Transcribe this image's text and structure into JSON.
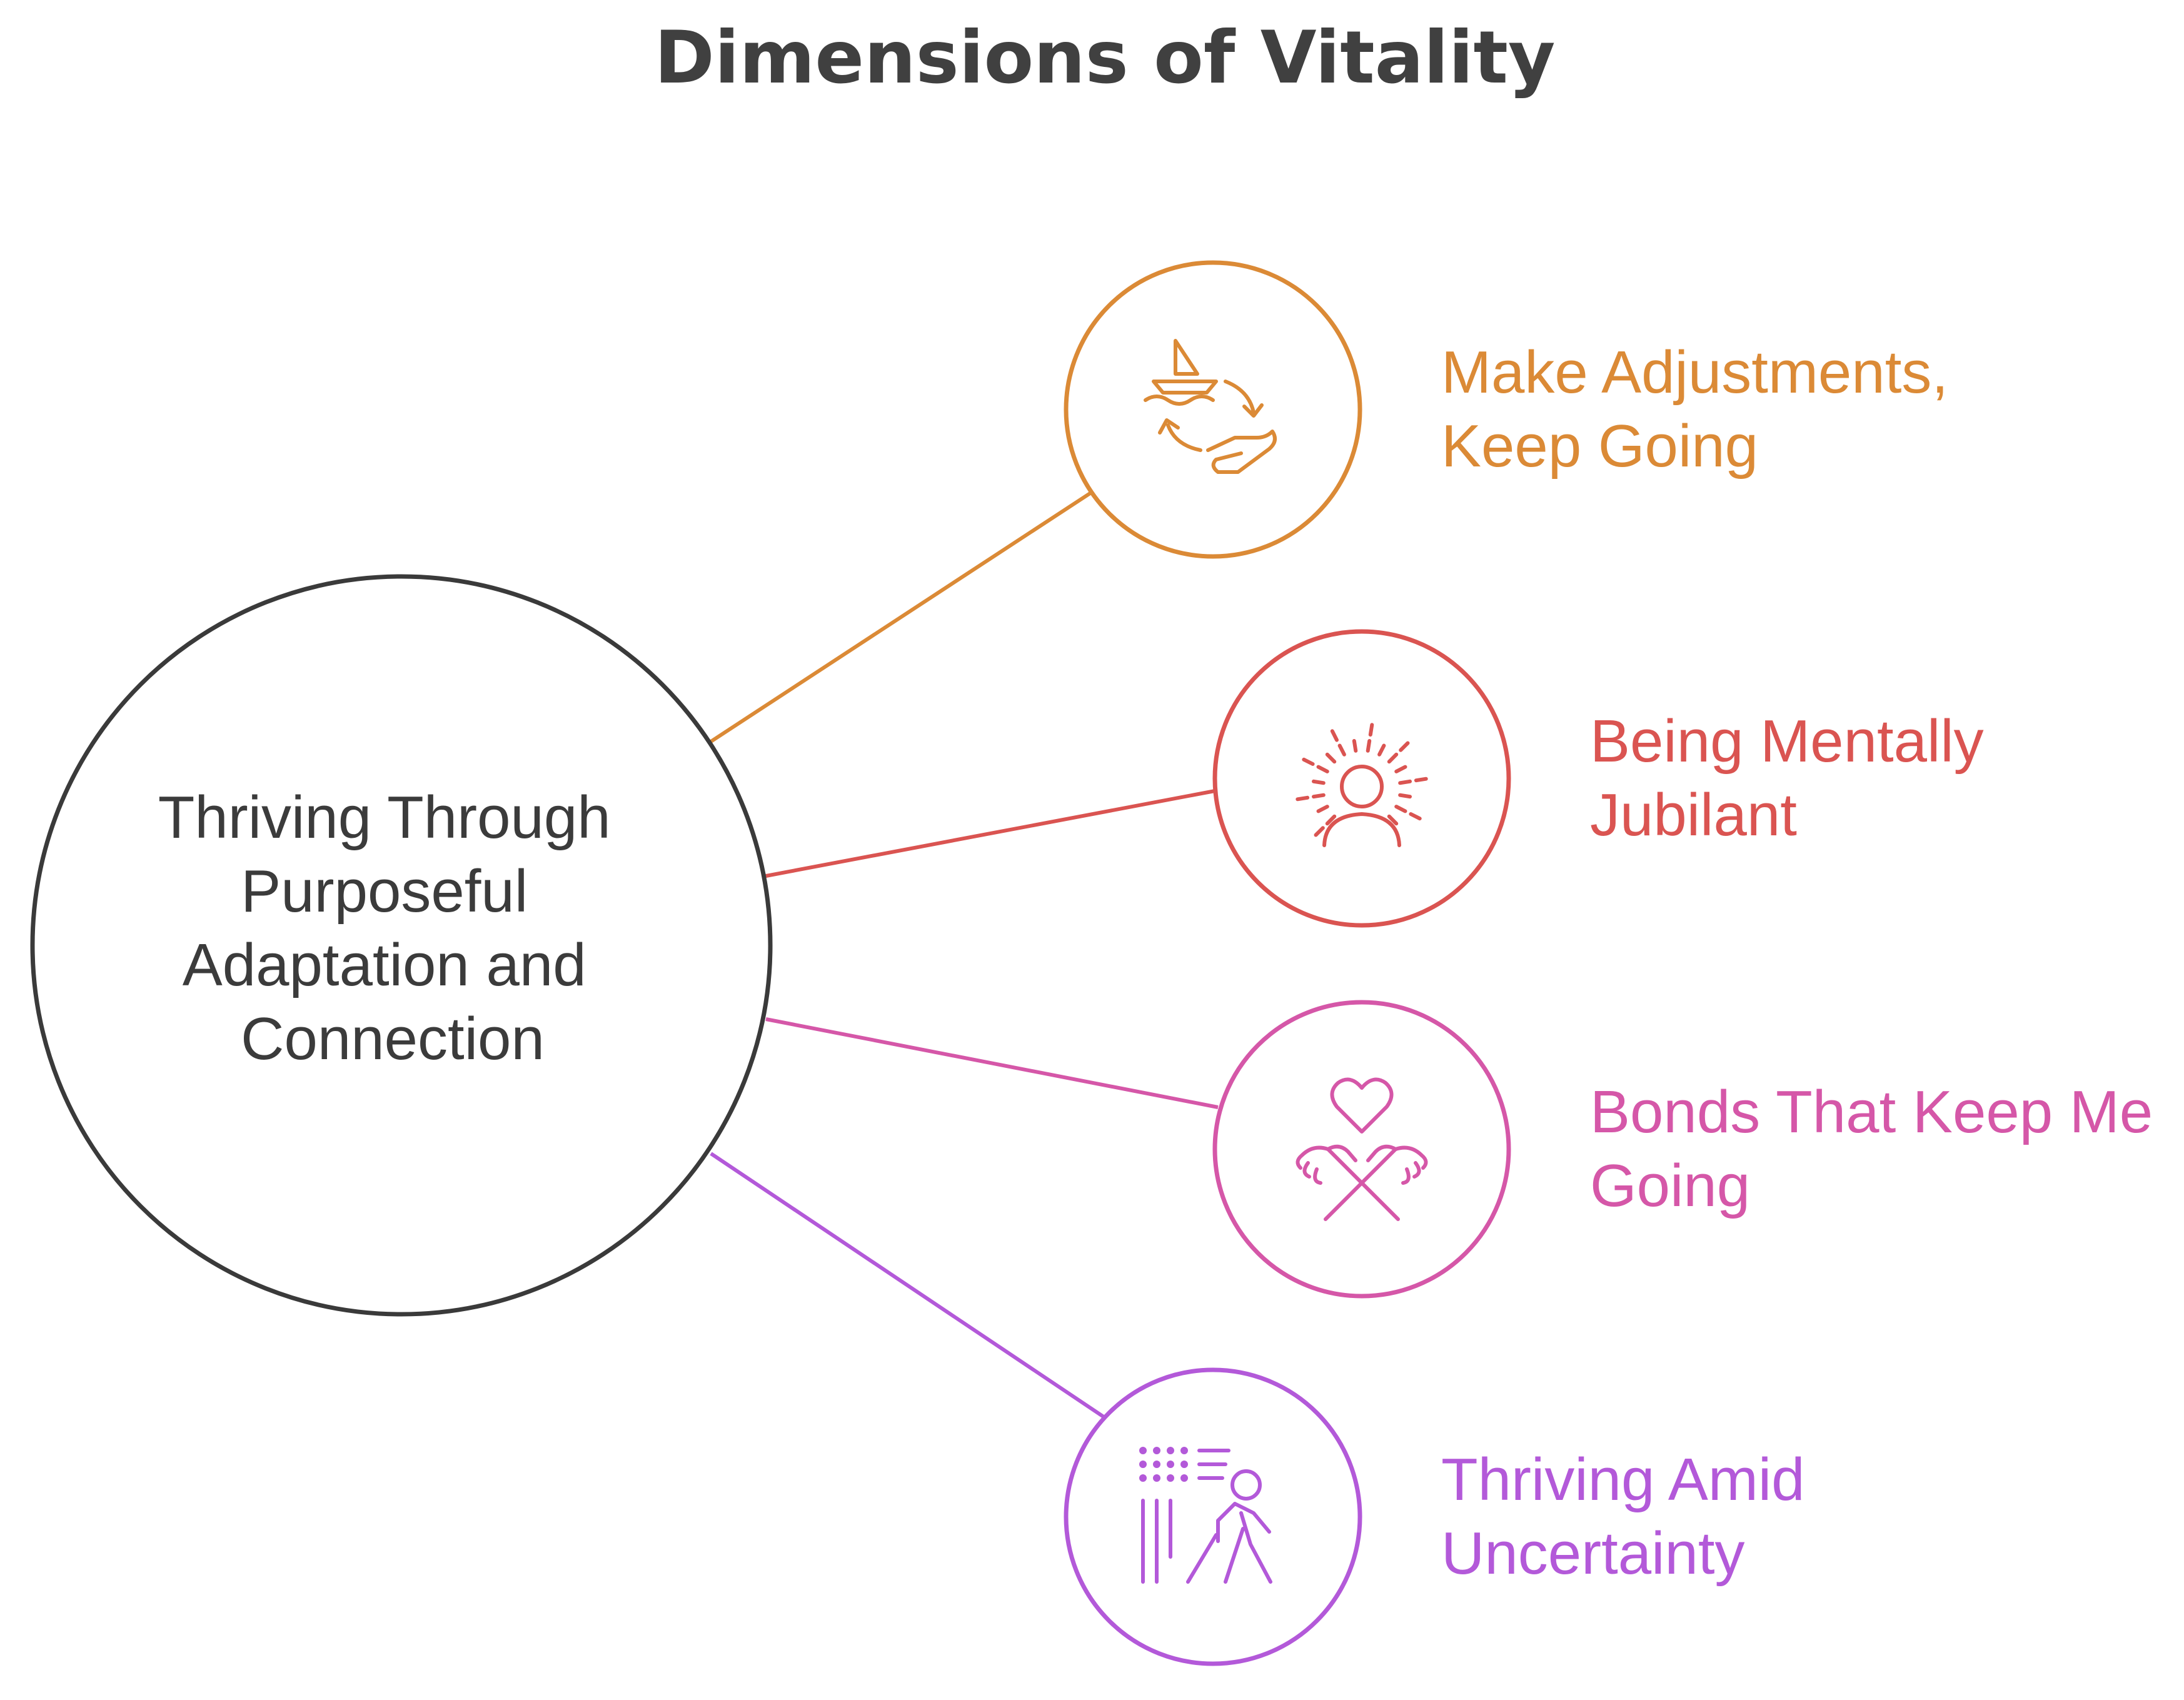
{
  "title": "Dimensions of Vitality",
  "center": {
    "lines": [
      "Thriving Through",
      "Purposeful",
      "Adaptation and",
      "Connection"
    ]
  },
  "nodes": [
    {
      "lines": [
        "Make Adjustments,",
        "Keep Going"
      ],
      "color": "#DB8A36",
      "icon": "boat-hand-cycle-icon"
    },
    {
      "lines": [
        "Being Mentally",
        "Jubilant"
      ],
      "color": "#DA5451",
      "icon": "radiant-person-icon"
    },
    {
      "lines": [
        "Bonds That Keep Me",
        "Going"
      ],
      "color": "#D557A8",
      "icon": "heart-hands-icon"
    },
    {
      "lines": [
        "Thriving Amid",
        "Uncertainty"
      ],
      "color": "#B359D9",
      "icon": "person-walking-lines-icon"
    }
  ],
  "colors": {
    "title": "#404040",
    "center_stroke": "#3a3a3a",
    "center_text": "#3b3b3b"
  }
}
